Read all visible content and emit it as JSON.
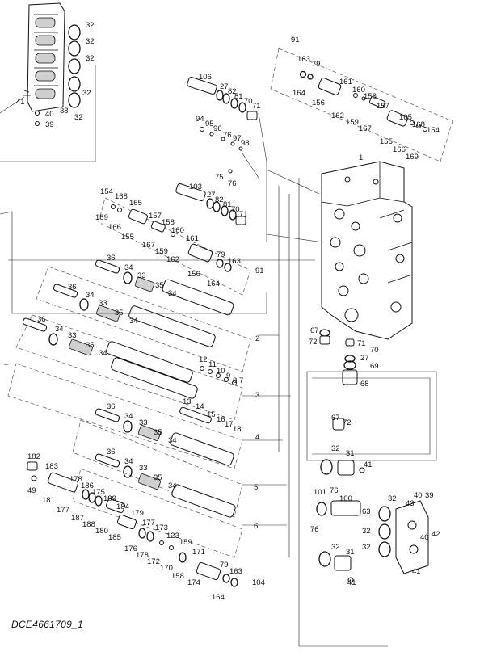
{
  "drawing_code": "DCE4661709_1",
  "callouts": [
    {
      "id": "c32a",
      "text": "32"
    },
    {
      "id": "c32b",
      "text": "32"
    },
    {
      "id": "c32c",
      "text": "32"
    },
    {
      "id": "c32d",
      "text": "32"
    },
    {
      "id": "c32e",
      "text": "32"
    },
    {
      "id": "c38",
      "text": "38"
    },
    {
      "id": "c41a",
      "text": "41"
    },
    {
      "id": "c40a",
      "text": "40"
    },
    {
      "id": "c39a",
      "text": "39"
    },
    {
      "id": "c91a",
      "text": "91"
    },
    {
      "id": "c163a",
      "text": "163"
    },
    {
      "id": "c79a",
      "text": "79"
    },
    {
      "id": "c164a",
      "text": "164"
    },
    {
      "id": "c156a",
      "text": "156"
    },
    {
      "id": "c161a",
      "text": "161"
    },
    {
      "id": "c160a",
      "text": "160"
    },
    {
      "id": "c158a",
      "text": "158"
    },
    {
      "id": "c162a",
      "text": "162"
    },
    {
      "id": "c159a",
      "text": "159"
    },
    {
      "id": "c167a",
      "text": "167"
    },
    {
      "id": "c157a",
      "text": "157"
    },
    {
      "id": "c165a",
      "text": "165"
    },
    {
      "id": "c168a",
      "text": "168"
    },
    {
      "id": "c154a",
      "text": "154"
    },
    {
      "id": "c155a",
      "text": "155"
    },
    {
      "id": "c166a",
      "text": "166"
    },
    {
      "id": "c169a",
      "text": "169"
    },
    {
      "id": "c106",
      "text": "106"
    },
    {
      "id": "c27a",
      "text": "27"
    },
    {
      "id": "c82a",
      "text": "82"
    },
    {
      "id": "c81a",
      "text": "81"
    },
    {
      "id": "c70a",
      "text": "70"
    },
    {
      "id": "c71a",
      "text": "71"
    },
    {
      "id": "c94",
      "text": "94"
    },
    {
      "id": "c95",
      "text": "95"
    },
    {
      "id": "c96",
      "text": "96"
    },
    {
      "id": "c76a",
      "text": "76"
    },
    {
      "id": "c97",
      "text": "97"
    },
    {
      "id": "c98",
      "text": "98"
    },
    {
      "id": "c1",
      "text": "1"
    },
    {
      "id": "c75",
      "text": "75"
    },
    {
      "id": "c76b",
      "text": "76"
    },
    {
      "id": "c103",
      "text": "103"
    },
    {
      "id": "c27b",
      "text": "27"
    },
    {
      "id": "c82b",
      "text": "82"
    },
    {
      "id": "c81b",
      "text": "81"
    },
    {
      "id": "c70b",
      "text": "70"
    },
    {
      "id": "c71b",
      "text": "71"
    },
    {
      "id": "c154b",
      "text": "154"
    },
    {
      "id": "c168b",
      "text": "168"
    },
    {
      "id": "c165b",
      "text": "165"
    },
    {
      "id": "c169b",
      "text": "169"
    },
    {
      "id": "c166b",
      "text": "166"
    },
    {
      "id": "c155b",
      "text": "155"
    },
    {
      "id": "c157b",
      "text": "157"
    },
    {
      "id": "c158b",
      "text": "158"
    },
    {
      "id": "c160b",
      "text": "160"
    },
    {
      "id": "c161b",
      "text": "161"
    },
    {
      "id": "c167b",
      "text": "167"
    },
    {
      "id": "c159b",
      "text": "159"
    },
    {
      "id": "c162b",
      "text": "162"
    },
    {
      "id": "c79b",
      "text": "79"
    },
    {
      "id": "c163b",
      "text": "163"
    },
    {
      "id": "c156b",
      "text": "156"
    },
    {
      "id": "c164b",
      "text": "164"
    },
    {
      "id": "c91b",
      "text": "91"
    },
    {
      "id": "c36a",
      "text": "36"
    },
    {
      "id": "c34a",
      "text": "34"
    },
    {
      "id": "c33a",
      "text": "33"
    },
    {
      "id": "c35a",
      "text": "35"
    },
    {
      "id": "c34b",
      "text": "34"
    },
    {
      "id": "c36b",
      "text": "36"
    },
    {
      "id": "c34c",
      "text": "34"
    },
    {
      "id": "c33b",
      "text": "33"
    },
    {
      "id": "c35b",
      "text": "35"
    },
    {
      "id": "c34d",
      "text": "34"
    },
    {
      "id": "c2",
      "text": "2"
    },
    {
      "id": "c36c",
      "text": "36"
    },
    {
      "id": "c34e",
      "text": "34"
    },
    {
      "id": "c33c",
      "text": "33"
    },
    {
      "id": "c35c",
      "text": "35"
    },
    {
      "id": "c34f",
      "text": "34"
    },
    {
      "id": "c67a",
      "text": "67"
    },
    {
      "id": "c72a",
      "text": "72"
    },
    {
      "id": "c71c",
      "text": "71"
    },
    {
      "id": "c70c",
      "text": "70"
    },
    {
      "id": "c27c",
      "text": "27"
    },
    {
      "id": "c69",
      "text": "69"
    },
    {
      "id": "c68",
      "text": "68"
    },
    {
      "id": "c12",
      "text": "12"
    },
    {
      "id": "c11",
      "text": "11"
    },
    {
      "id": "c10",
      "text": "10"
    },
    {
      "id": "c9",
      "text": "9"
    },
    {
      "id": "c8",
      "text": "8"
    },
    {
      "id": "c7",
      "text": "7"
    },
    {
      "id": "c3",
      "text": "3"
    },
    {
      "id": "c13",
      "text": "13"
    },
    {
      "id": "c14",
      "text": "14"
    },
    {
      "id": "c15",
      "text": "15"
    },
    {
      "id": "c16",
      "text": "16"
    },
    {
      "id": "c17",
      "text": "17"
    },
    {
      "id": "c18",
      "text": "18"
    },
    {
      "id": "c36d",
      "text": "36"
    },
    {
      "id": "c34g",
      "text": "34"
    },
    {
      "id": "c33d",
      "text": "33"
    },
    {
      "id": "c35d",
      "text": "35"
    },
    {
      "id": "c34h",
      "text": "34"
    },
    {
      "id": "c4",
      "text": "4"
    },
    {
      "id": "c67b",
      "text": "67"
    },
    {
      "id": "c72b",
      "text": "72"
    },
    {
      "id": "c32f",
      "text": "32"
    },
    {
      "id": "c31a",
      "text": "31"
    },
    {
      "id": "c41b",
      "text": "41"
    },
    {
      "id": "c36e",
      "text": "36"
    },
    {
      "id": "c34i",
      "text": "34"
    },
    {
      "id": "c33e",
      "text": "33"
    },
    {
      "id": "c35e",
      "text": "35"
    },
    {
      "id": "c34j",
      "text": "34"
    },
    {
      "id": "c182",
      "text": "182"
    },
    {
      "id": "c183",
      "text": "183"
    },
    {
      "id": "c49",
      "text": "49"
    },
    {
      "id": "c178a",
      "text": "178"
    },
    {
      "id": "c186",
      "text": "186"
    },
    {
      "id": "c175",
      "text": "175"
    },
    {
      "id": "c181",
      "text": "181"
    },
    {
      "id": "c189",
      "text": "189"
    },
    {
      "id": "c177a",
      "text": "177"
    },
    {
      "id": "c187",
      "text": "187"
    },
    {
      "id": "c188",
      "text": "188"
    },
    {
      "id": "c184",
      "text": "184"
    },
    {
      "id": "c180",
      "text": "180"
    },
    {
      "id": "c185",
      "text": "185"
    },
    {
      "id": "c5",
      "text": "5"
    },
    {
      "id": "c179",
      "text": "179"
    },
    {
      "id": "c177b",
      "text": "177"
    },
    {
      "id": "c173",
      "text": "173"
    },
    {
      "id": "c176",
      "text": "176"
    },
    {
      "id": "c178b",
      "text": "178"
    },
    {
      "id": "c172",
      "text": "172"
    },
    {
      "id": "c123",
      "text": "123"
    },
    {
      "id": "c159c",
      "text": "159"
    },
    {
      "id": "c170",
      "text": "170"
    },
    {
      "id": "c158c",
      "text": "158"
    },
    {
      "id": "c171",
      "text": "171"
    },
    {
      "id": "c174",
      "text": "174"
    },
    {
      "id": "c79c",
      "text": "79"
    },
    {
      "id": "c163c",
      "text": "163"
    },
    {
      "id": "c164c",
      "text": "164"
    },
    {
      "id": "c104",
      "text": "104"
    },
    {
      "id": "c6",
      "text": "6"
    },
    {
      "id": "c101",
      "text": "101"
    },
    {
      "id": "c76c",
      "text": "76"
    },
    {
      "id": "c100",
      "text": "100"
    },
    {
      "id": "c76d",
      "text": "76"
    },
    {
      "id": "c63",
      "text": "63"
    },
    {
      "id": "c32g",
      "text": "32"
    },
    {
      "id": "c43",
      "text": "43"
    },
    {
      "id": "c40b",
      "text": "40"
    },
    {
      "id": "c39b",
      "text": "39"
    },
    {
      "id": "c32h",
      "text": "32"
    },
    {
      "id": "c40c",
      "text": "40"
    },
    {
      "id": "c42",
      "text": "42"
    },
    {
      "id": "c32i",
      "text": "32"
    },
    {
      "id": "c32j",
      "text": "32"
    },
    {
      "id": "c31b",
      "text": "31"
    },
    {
      "id": "c41c",
      "text": "41"
    },
    {
      "id": "c41d",
      "text": "41"
    }
  ]
}
